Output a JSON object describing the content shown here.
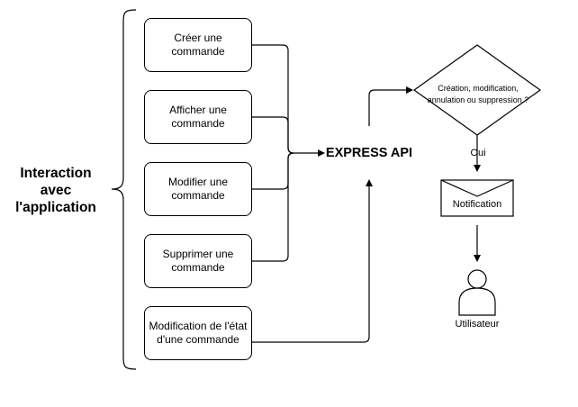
{
  "diagram": {
    "actor_group_label": "Interaction avec l'application",
    "actions": [
      "Créer une commande",
      "Afficher une commande",
      "Modifier une commande",
      "Supprimer une commande",
      "Modification de l'état d'une commande"
    ],
    "api_label": "EXPRESS API",
    "decision": "Création, modification, annulation ou suppression ?",
    "decision_yes": "Oui",
    "notification": "Notification",
    "user": "Utilisateur"
  },
  "icons": {
    "notification": "envelope-icon",
    "user": "user-icon"
  },
  "colors": {
    "stroke": "#000000",
    "fill": "#ffffff"
  }
}
